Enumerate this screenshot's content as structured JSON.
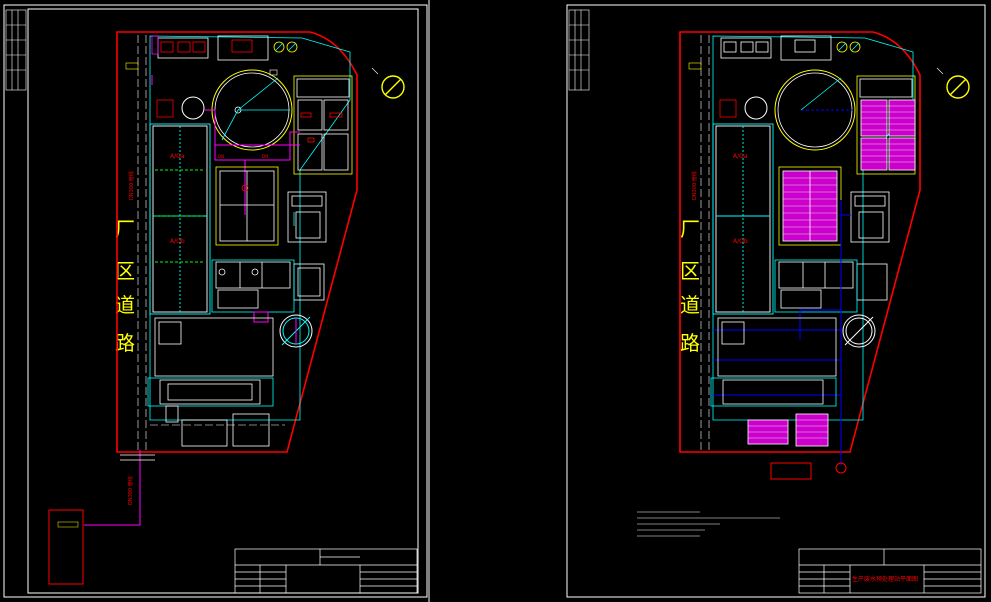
{
  "sheets": [
    {
      "road_label": [
        "厂",
        "区",
        "道",
        "路"
      ],
      "tank_labels": [
        "A/Oa",
        "A/Ob"
      ],
      "vertical_labels": [
        "DN300 管线",
        "DN300 管线"
      ]
    },
    {
      "road_label": [
        "厂",
        "区",
        "道",
        "路"
      ],
      "tank_labels": [
        "A/Oa",
        "A/Ob"
      ],
      "vertical_labels": [
        "DN300 管线"
      ],
      "drawing_title": "生产废水预处理站平面图"
    }
  ],
  "colors": {
    "background": "#000000",
    "border": "#ffffff",
    "boundary": "#ff0000",
    "structure": "#00ffff",
    "equipment": "#ffffff",
    "grid": "#00ff00",
    "pipe": "#ff00ff",
    "pipe_blue": "#0000ff",
    "road_text": "#ffff00",
    "outline": "#ffff00"
  },
  "icons": {
    "north_sign": "prohibition-circle-icon",
    "valve": "valve-circle-icon"
  }
}
